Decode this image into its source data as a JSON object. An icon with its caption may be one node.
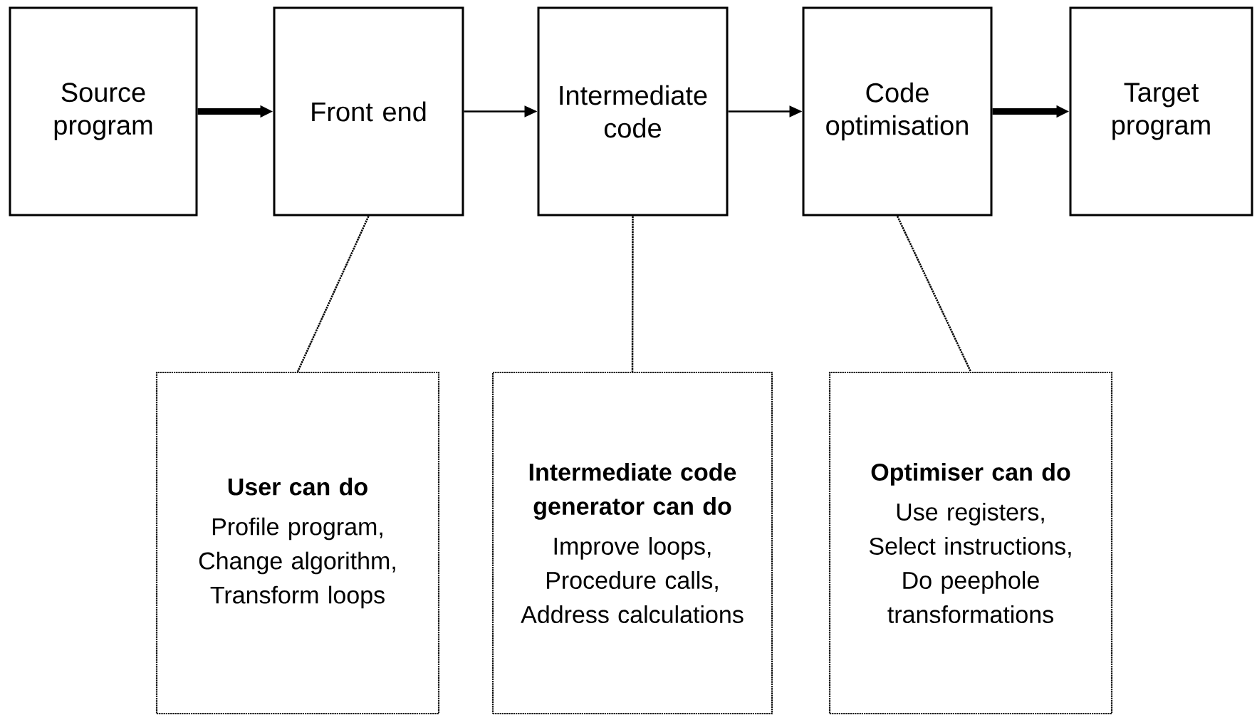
{
  "diagram": {
    "nodes": [
      {
        "text": [
          "Source program"
        ]
      },
      {
        "text": [
          "Front end"
        ]
      },
      {
        "text": [
          "Intermediate code"
        ]
      },
      {
        "text": [
          "Code optimisation"
        ]
      },
      {
        "text": [
          "Target program"
        ]
      },
      {
        "text": [
          "User can do",
          "Profile program, Change algorithm, Transform loops"
        ]
      },
      {
        "text": [
          "Intermediate code generator can do",
          "Improve loops, Procedure calls, Address calculations"
        ]
      },
      {
        "text": [
          "Optimiser can do",
          "Use registers, Select instructions, Do peephole transformations"
        ]
      }
    ],
    "edges": [
      {
        "from": 0,
        "to": 1,
        "arrow": "to",
        "style": "thick"
      },
      {
        "from": 1,
        "to": 2,
        "arrow": "to"
      },
      {
        "from": 2,
        "to": 3,
        "arrow": "to"
      },
      {
        "from": 3,
        "to": 4,
        "arrow": "to",
        "style": "thick"
      },
      {
        "from": 1,
        "to": 5,
        "arrow": "none",
        "style": "dashed"
      },
      {
        "from": 2,
        "to": 6,
        "arrow": "none",
        "style": "dashed"
      },
      {
        "from": 3,
        "to": 7,
        "arrow": "none",
        "style": "dashed"
      }
    ]
  }
}
